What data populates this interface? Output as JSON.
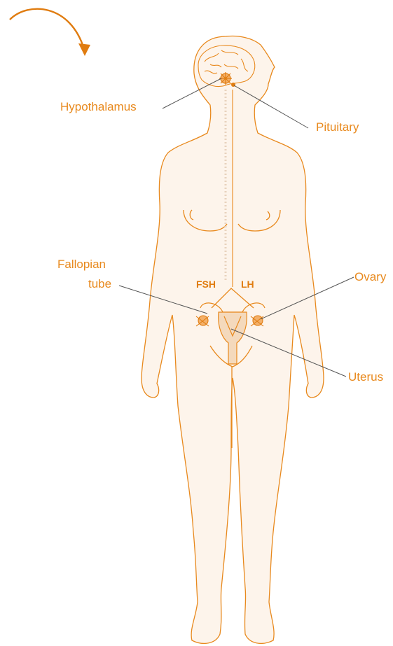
{
  "colors": {
    "label": "#e8891d",
    "outline": "#e8891d",
    "body_fill": "#fdf4eb",
    "pointer_line": "#555555",
    "arrow": "#e07c10",
    "hormone_text": "#e07c10",
    "uterus_fill": "#f4d9bc"
  },
  "labels": {
    "hypothalamus": "Hypothalamus",
    "pituitary": "Pituitary",
    "fallopian_line1": "Fallopian",
    "fallopian_line2": "tube",
    "ovary": "Ovary",
    "uterus": "Uterus"
  },
  "hormones": {
    "fsh": "FSH",
    "lh": "LH"
  },
  "icons": {
    "top_arrow": "curved-arrow-icon",
    "figure": "female-body-outline"
  }
}
